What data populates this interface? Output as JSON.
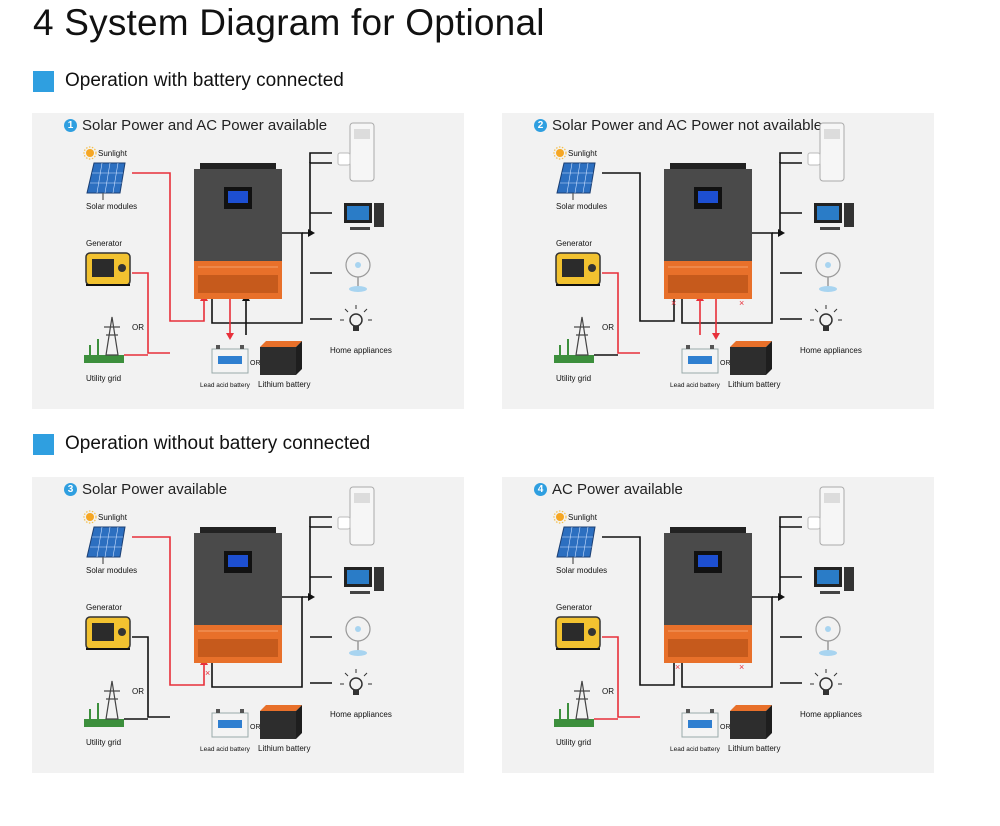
{
  "page": {
    "title": "4 System Diagram for Optional"
  },
  "sections": [
    {
      "heading": "Operation with battery connected"
    },
    {
      "heading": "Operation without battery connected"
    }
  ],
  "panels": [
    {
      "number": "1",
      "title": "Solar Power and AC Power available",
      "labels": {
        "sunlight": "Sunlight",
        "solar": "Solar modules",
        "generator": "Generator",
        "or_ac": "OR",
        "grid": "Utility grid",
        "home": "Home appliances",
        "lead": "Lead acid battery",
        "or_batt": "OR",
        "lithium": "Lithium battery"
      }
    },
    {
      "number": "2",
      "title": "Solar Power and AC Power not available",
      "labels": {
        "sunlight": "Sunlight",
        "solar": "Solar modules",
        "generator": "Generator",
        "or_ac": "OR",
        "grid": "Utility grid",
        "home": "Home appliances",
        "lead": "Lead acid battery",
        "or_batt": "OR",
        "lithium": "Lithium battery"
      }
    },
    {
      "number": "3",
      "title": "Solar Power available",
      "labels": {
        "sunlight": "Sunlight",
        "solar": "Solar modules",
        "generator": "Generator",
        "or_ac": "OR",
        "grid": "Utility grid",
        "home": "Home appliances",
        "lead": "Lead acid battery",
        "or_batt": "OR",
        "lithium": "Lithium battery"
      }
    },
    {
      "number": "4",
      "title": "AC Power available",
      "labels": {
        "sunlight": "Sunlight",
        "solar": "Solar modules",
        "generator": "Generator",
        "or_ac": "OR",
        "grid": "Utility grid",
        "home": "Home appliances",
        "lead": "Lead acid battery",
        "or_batt": "OR",
        "lithium": "Lithium battery"
      }
    }
  ],
  "colors": {
    "accent": "#2f9fe0",
    "active_line": "#e8303a",
    "inactive_line": "#111111",
    "inverter_body": "#444444",
    "inverter_panel": "#e8702a"
  }
}
